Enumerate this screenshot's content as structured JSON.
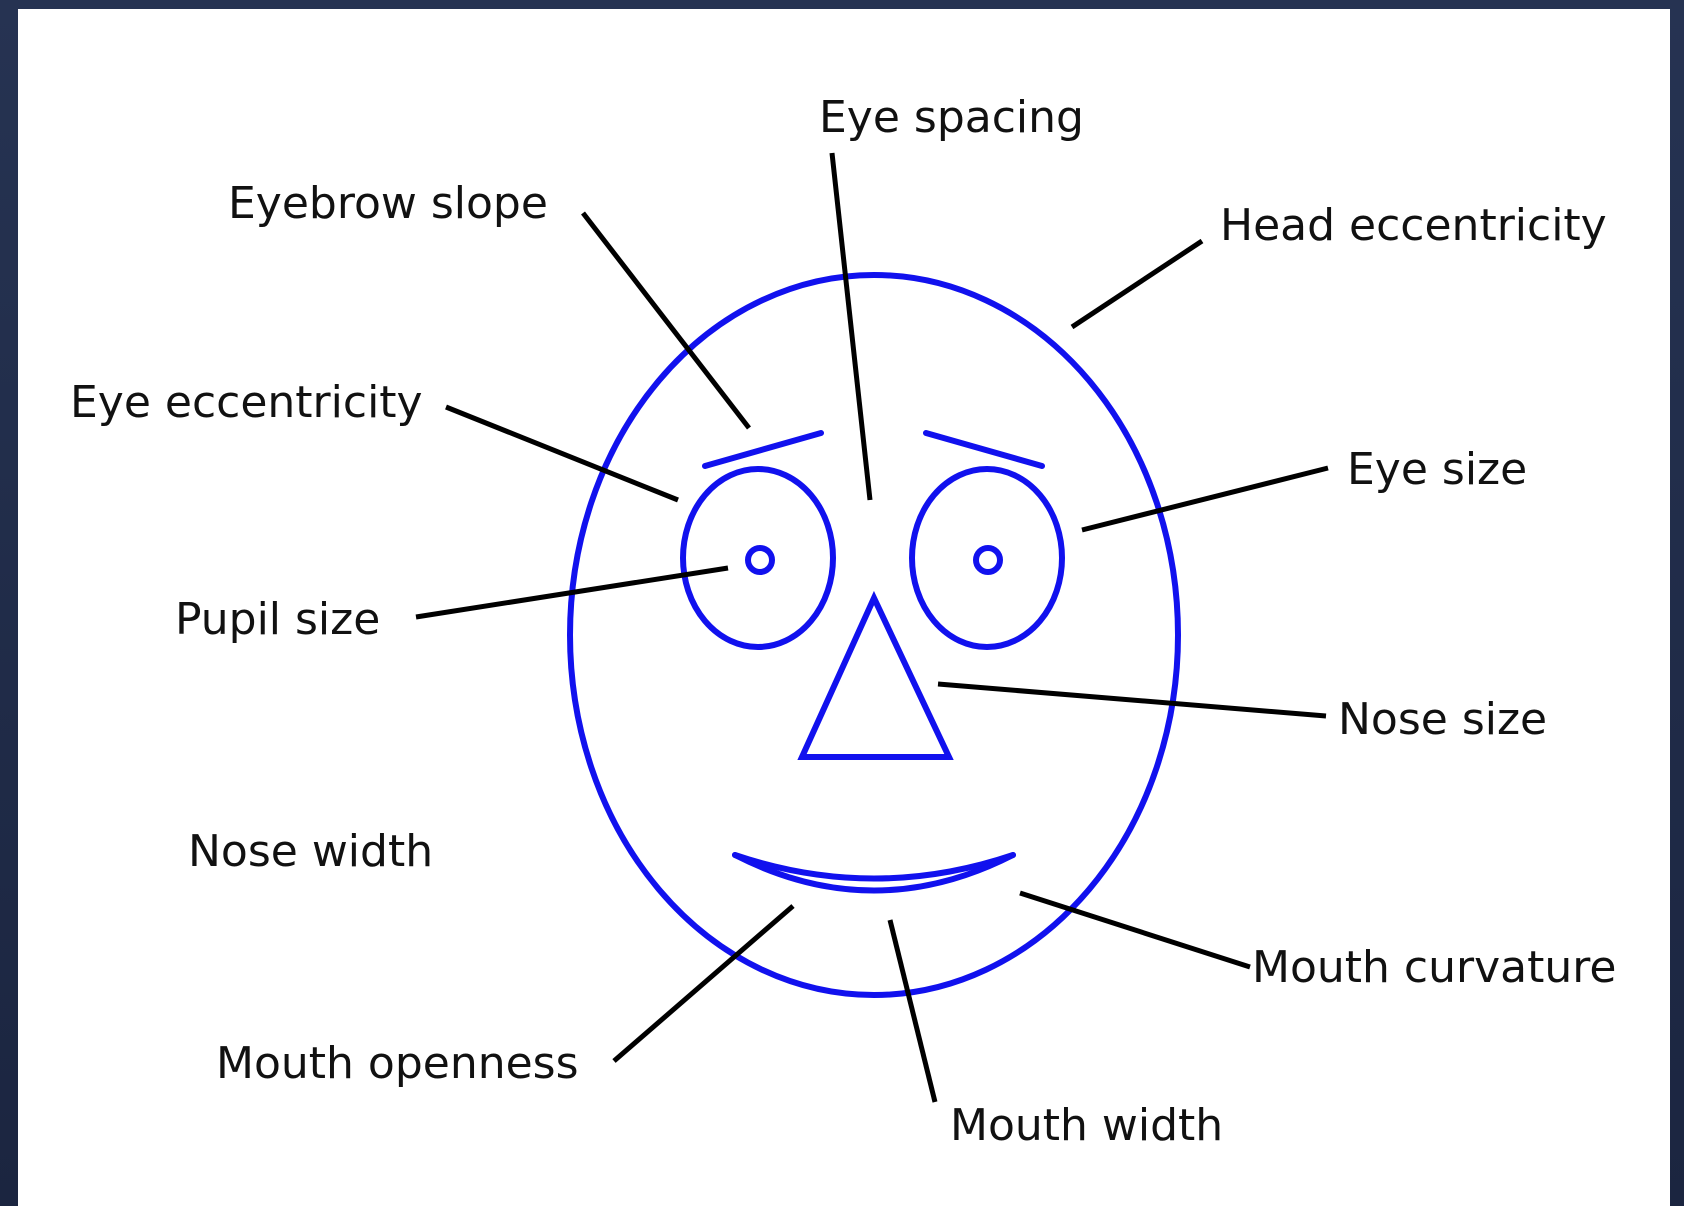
{
  "diagram": {
    "colors": {
      "face": "#1111ee",
      "leader": "#000000",
      "text": "#111111",
      "frame": "#1f2a44",
      "panel": "#ffffff"
    },
    "labels": {
      "eye_spacing": "Eye spacing",
      "eyebrow_slope": "Eyebrow slope",
      "head_eccentricity": "Head eccentricity",
      "eye_eccentricity": "Eye eccentricity",
      "eye_size": "Eye size",
      "pupil_size": "Pupil size",
      "nose_size": "Nose size",
      "nose_width": "Nose width",
      "mouth_curvature": "Mouth curvature",
      "mouth_openness": "Mouth openness",
      "mouth_width": "Mouth width"
    }
  }
}
